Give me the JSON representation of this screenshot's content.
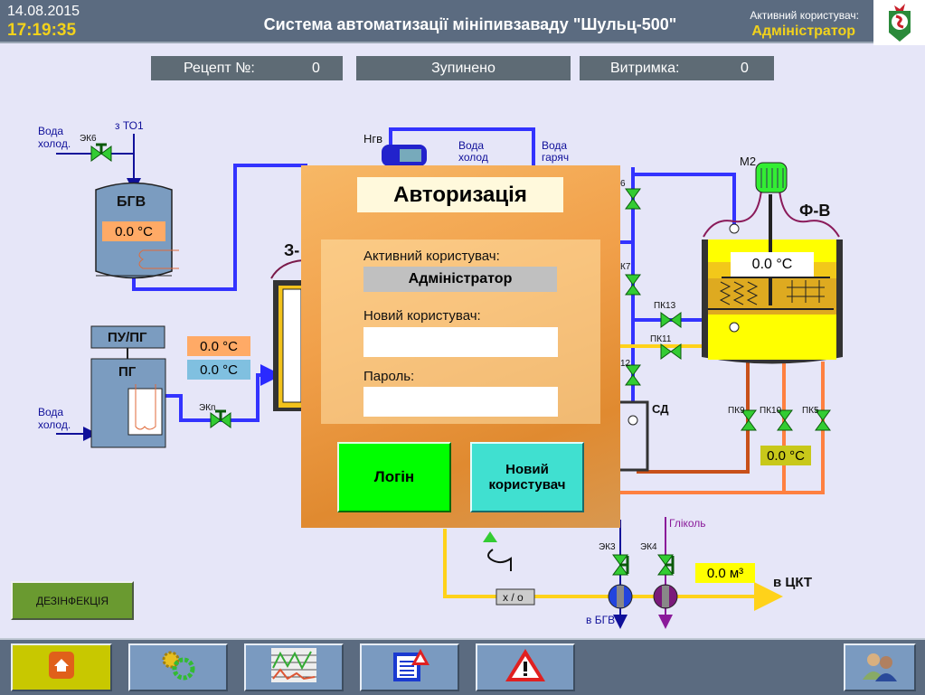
{
  "header": {
    "date": "14.08.2015",
    "time": "17:19:35",
    "title": "Система автоматизації мініпивзаваду \"Шульц-500\"",
    "active_user_label": "Активний користувач:",
    "active_user": "Адміністратор"
  },
  "status": {
    "recipe_label": "Рецепт №:",
    "recipe_value": "0",
    "state": "Зупинено",
    "hold_label": "Витримка:",
    "hold_value": "0"
  },
  "diagram": {
    "cold_water_1": "Вода",
    "cold_water_1b": "холод.",
    "ek6": "ЭК6",
    "from_to1": "з ТО1",
    "bgv": "БГВ",
    "bgv_temp": "0.0 °C",
    "pu_pg": "ПУ/ПГ",
    "pg": "ПГ",
    "pg_temp_hot": "0.0 °C",
    "pg_temp_cold": "0.0 °C",
    "ekp": "ЭКп",
    "cold_water_2": "Вода",
    "cold_water_2b": "холод.",
    "ngv": "Нгв",
    "water_cold_top": "Вода",
    "water_cold_top_b": "холод",
    "water_hot_top": "Вода",
    "water_hot_top_b": "гаряч",
    "z_tank": "З-",
    "pk6": "6",
    "pk7": "К7",
    "pk12": "12",
    "pk13": "ПК13",
    "pk11": "ПК11",
    "sd": "СД",
    "m2": "М2",
    "fv": "Ф-В",
    "fv_temp": "0.0 °C",
    "pk9": "ПК9",
    "pk10": "ПК10",
    "pk5": "ПК5",
    "out_temp": "0.0 °C",
    "glycol": "Гліколь",
    "ek3": "ЭК3",
    "ek4": "ЭК4",
    "volume": "0.0 м³",
    "to_ckt": "в ЦКТ",
    "xo": "х / о",
    "to_bgv": "в БГВ"
  },
  "colors": {
    "water_pipe": "#3333ff",
    "wort_pipe": "#ffd700",
    "hot_pipe": "#ff8040",
    "valve": "#33cc33",
    "header": "#5b6b80"
  },
  "dialog": {
    "title": "Авторизація",
    "active_user_label": "Активний користувач:",
    "active_user": "Адміністратор",
    "new_user_label": "Новий користувач:",
    "new_user_value": "",
    "password_label": "Пароль:",
    "password_value": "",
    "login_button": "Логін",
    "new_user_button": "Новий користувач"
  },
  "disinfection_button": "ДЕЗІНФЕКЦІЯ",
  "footer": {
    "buttons": [
      {
        "icon": "home-icon"
      },
      {
        "icon": "gears-icon"
      },
      {
        "icon": "trend-chart-icon"
      },
      {
        "icon": "report-alert-icon"
      },
      {
        "icon": "alarm-warning-icon"
      },
      {
        "icon": "users-icon"
      }
    ]
  }
}
